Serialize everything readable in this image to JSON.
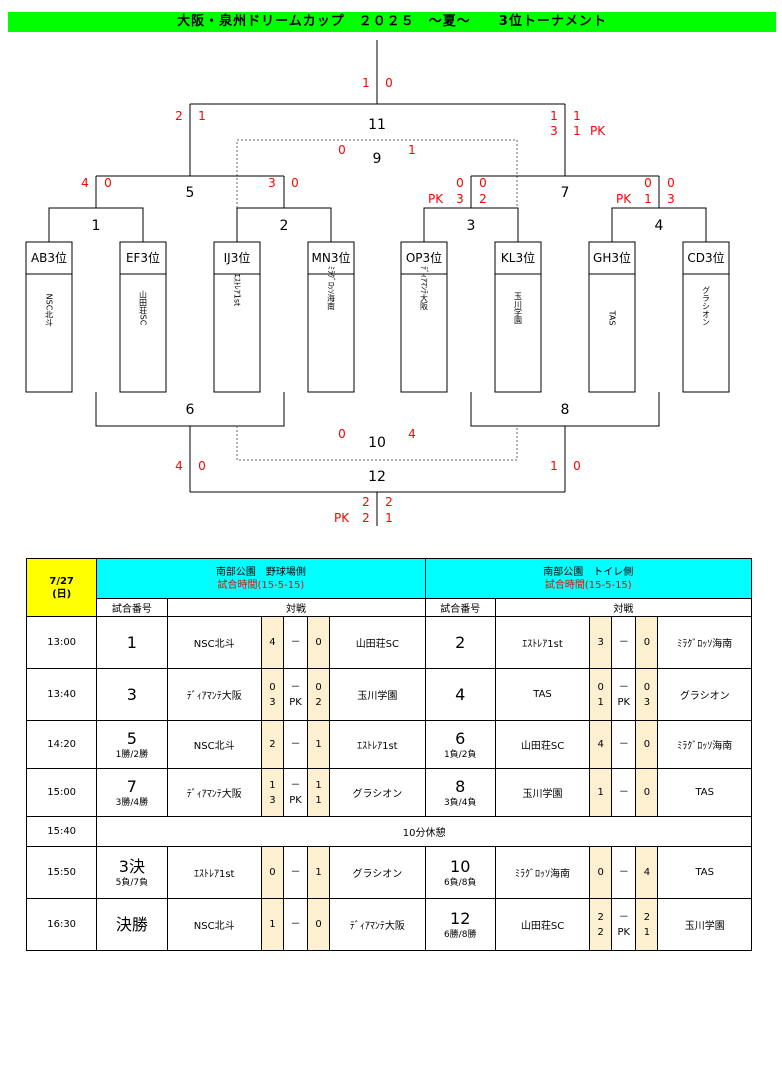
{
  "title": "大阪・泉州ドリームカップ　２０２５　～夏～　　3位トーナメント",
  "bracket": {
    "teams": [
      {
        "code": "AB3位",
        "name": "NSC北斗"
      },
      {
        "code": "EF3位",
        "name": "山田荘SC"
      },
      {
        "code": "IJ3位",
        "name": "ｴｽﾄﾚｱ1st"
      },
      {
        "code": "MN3位",
        "name": "ﾐﾗｸﾞﾛｯｿ海南"
      },
      {
        "code": "OP3位",
        "name": "ﾃﾞｨｱﾏﾝﾃ大阪"
      },
      {
        "code": "KL3位",
        "name": "玉川学園"
      },
      {
        "code": "GH3位",
        "name": "TAS"
      },
      {
        "code": "CD3位",
        "name": "グラシオン"
      }
    ],
    "match_numbers": {
      "m1": "1",
      "m2": "2",
      "m3": "3",
      "m4": "4",
      "m5": "5",
      "m6": "6",
      "m7": "7",
      "m8": "8",
      "m9": "9",
      "m10": "10",
      "m11": "11",
      "m12": "12"
    },
    "scores": {
      "m11_left": "1",
      "m11_right": "0",
      "m5_win": "2",
      "m5_win2": "1",
      "m7_win_a": "1",
      "m7_win_b": "1",
      "m7_pk_a": "3",
      "m7_pk_b": "1",
      "pk": "PK",
      "m9_left": "0",
      "m9_right": "1",
      "m1_left": "4",
      "m1_right": "0",
      "m2_left": "3",
      "m2_right": "0",
      "m3_left_a": "0",
      "m3_left_b": "0",
      "m3_pk_a": "3",
      "m3_pk_b": "2",
      "m4_left_a": "0",
      "m4_left_b": "0",
      "m4_pk_a": "1",
      "m4_pk_b": "3",
      "m10_left": "0",
      "m10_right": "4",
      "m6_left": "4",
      "m6_right": "0",
      "m8_left": "1",
      "m8_right": "0",
      "m12_a": "2",
      "m12_b": "2",
      "m12_pk_a": "2",
      "m12_pk_b": "1"
    }
  },
  "schedule": {
    "date": "7/27",
    "day": "(日)",
    "venues": [
      {
        "name": "南部公園　野球場側",
        "time": "試合時間(15-5-15)"
      },
      {
        "name": "南部公園　トイレ側",
        "time": "試合時間(15-5-15)"
      }
    ],
    "col_match": "試合番号",
    "col_vs": "対戦",
    "dash": "－",
    "pk": "PK",
    "rest_time": "15:40",
    "rest_label": "10分休憩",
    "rows": [
      {
        "time": "13:00",
        "a": {
          "no": "1",
          "sub": "",
          "home": "NSC北斗",
          "hs": "4",
          "as": "0",
          "hpk": "",
          "apk": "",
          "away": "山田荘SC"
        },
        "b": {
          "no": "2",
          "sub": "",
          "home": "ｴｽﾄﾚｱ1st",
          "hs": "3",
          "as": "0",
          "hpk": "",
          "apk": "",
          "away": "ﾐﾗｸﾞﾛｯｿ海南"
        }
      },
      {
        "time": "13:40",
        "a": {
          "no": "3",
          "sub": "",
          "home": "ﾃﾞｨｱﾏﾝﾃ大阪",
          "hs": "0",
          "as": "0",
          "hpk": "3",
          "apk": "2",
          "away": "玉川学園"
        },
        "b": {
          "no": "4",
          "sub": "",
          "home": "TAS",
          "hs": "0",
          "as": "0",
          "hpk": "1",
          "apk": "3",
          "away": "グラシオン"
        }
      },
      {
        "time": "14:20",
        "a": {
          "no": "5",
          "sub": "1勝/2勝",
          "home": "NSC北斗",
          "hs": "2",
          "as": "1",
          "hpk": "",
          "apk": "",
          "away": "ｴｽﾄﾚｱ1st"
        },
        "b": {
          "no": "6",
          "sub": "1負/2負",
          "home": "山田荘SC",
          "hs": "4",
          "as": "0",
          "hpk": "",
          "apk": "",
          "away": "ﾐﾗｸﾞﾛｯｿ海南"
        }
      },
      {
        "time": "15:00",
        "a": {
          "no": "7",
          "sub": "3勝/4勝",
          "home": "ﾃﾞｨｱﾏﾝﾃ大阪",
          "hs": "1",
          "as": "1",
          "hpk": "3",
          "apk": "1",
          "away": "グラシオン"
        },
        "b": {
          "no": "8",
          "sub": "3負/4負",
          "home": "玉川学園",
          "hs": "1",
          "as": "0",
          "hpk": "",
          "apk": "",
          "away": "TAS"
        }
      },
      {
        "time": "15:50",
        "a": {
          "no": "3決",
          "sub": "5負/7負",
          "home": "ｴｽﾄﾚｱ1st",
          "hs": "0",
          "as": "1",
          "hpk": "",
          "apk": "",
          "away": "グラシオン"
        },
        "b": {
          "no": "10",
          "sub": "6負/8負",
          "home": "ﾐﾗｸﾞﾛｯｿ海南",
          "hs": "0",
          "as": "4",
          "hpk": "",
          "apk": "",
          "away": "TAS"
        }
      },
      {
        "time": "16:30",
        "a": {
          "no": "決勝",
          "sub": "",
          "home": "NSC北斗",
          "hs": "1",
          "as": "0",
          "hpk": "",
          "apk": "",
          "away": "ﾃﾞｨｱﾏﾝﾃ大阪"
        },
        "b": {
          "no": "12",
          "sub": "6勝/8勝",
          "home": "山田荘SC",
          "hs": "2",
          "as": "2",
          "hpk": "2",
          "apk": "1",
          "away": "玉川学園"
        }
      }
    ]
  }
}
